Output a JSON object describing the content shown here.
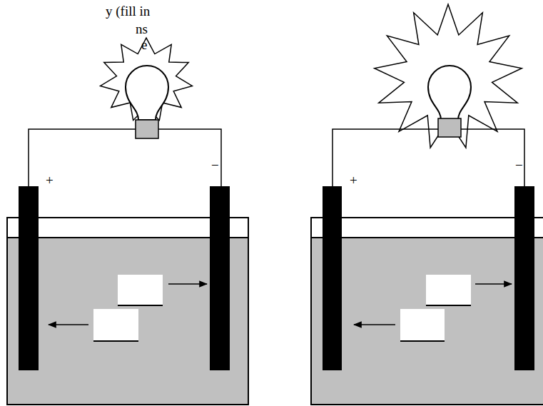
{
  "diagram": {
    "labels": [
      "y (fill in",
      "ns",
      "e",
      "+",
      "−",
      "+",
      "−"
    ]
  }
}
